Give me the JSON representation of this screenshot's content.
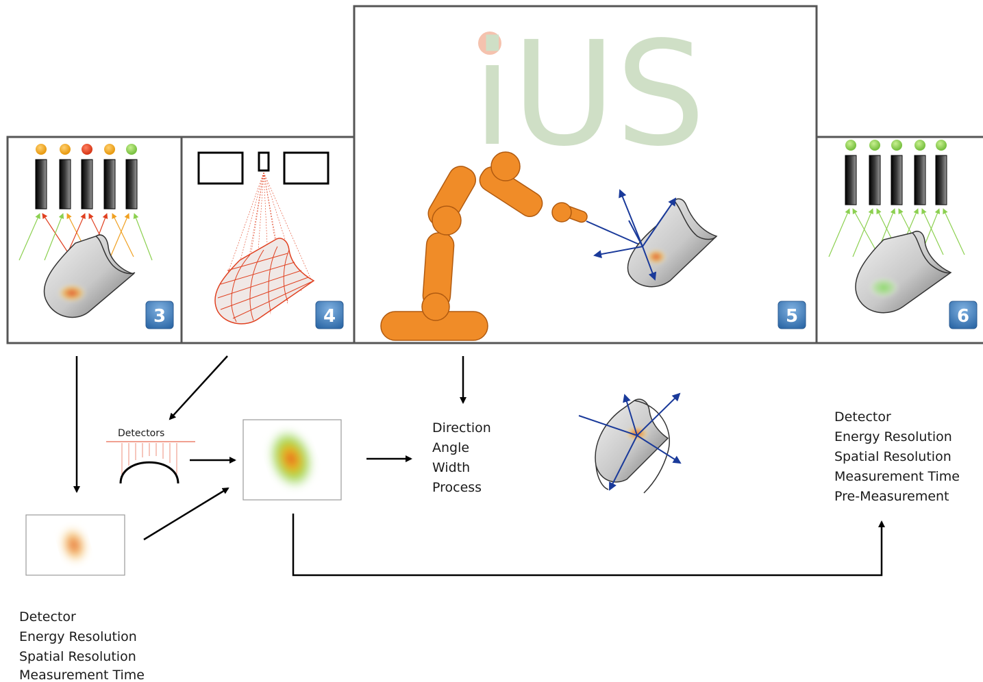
{
  "panels": [
    {
      "id": "3",
      "badge": "3"
    },
    {
      "id": "4",
      "badge": "4"
    },
    {
      "id": "5",
      "badge": "5"
    },
    {
      "id": "6",
      "badge": "6"
    }
  ],
  "logo_text": "iUS",
  "detectors_label": "Detectors",
  "process_list": [
    "Direction",
    "Angle",
    "Width",
    "Process"
  ],
  "right_list": [
    "Detector",
    "Energy Resolution",
    "Spatial Resolution",
    "Measurement Time",
    "Pre-Measurement"
  ],
  "bottom_left_list": [
    "Detector",
    "Energy Resolution",
    "Spatial Resolution",
    "Measurement Time"
  ],
  "colors": {
    "frame": "#555555",
    "badge": "#3b78b6",
    "robot": "#f08c28",
    "logo": "#cfdfc6",
    "logo_dot": "#f5c2ae",
    "arrow_blue": "#1a3a9a",
    "detector_orange": "#f0a020",
    "detector_red": "#e04020",
    "detector_green": "#8cd050"
  },
  "panel3_detector_colors": [
    "orange",
    "orange",
    "red",
    "orange",
    "green"
  ],
  "panel6_detector_colors": [
    "green",
    "green",
    "green",
    "green",
    "green"
  ],
  "icons": [
    "detector-bar-icon",
    "pipe-icon",
    "hotspot-icon",
    "robot-arm-icon",
    "direction-arrows-icon"
  ]
}
